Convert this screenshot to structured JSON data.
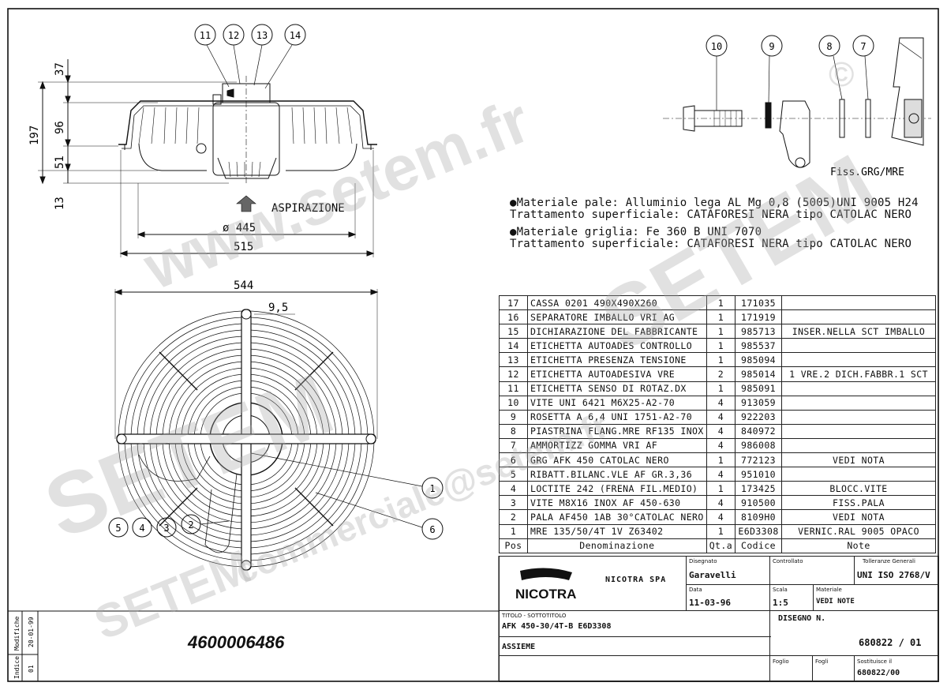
{
  "drawing": {
    "dimensions": {
      "d37": "37",
      "d197": "197",
      "d96": "96",
      "d51": "51",
      "d13": "13",
      "dia445": "ø 445",
      "d515": "515",
      "d544": "544",
      "d9_5": "9,5"
    },
    "aspirazione": "ASPIRAZIONE",
    "fixing_label": "Fiss.GRG/MRE",
    "top_callouts": [
      "11",
      "12",
      "13",
      "14"
    ],
    "detail_callouts": [
      "10",
      "9",
      "8",
      "7"
    ],
    "front_callouts": [
      "1",
      "6",
      "5",
      "4",
      "3",
      "2"
    ],
    "material_lines": [
      "●Materiale pale: Alluminio lega AL Mg 0,8 (5005)UNI 9005 H24",
      " Trattamento superficiale: CATAFORESI NERA tipo CATOLAC NERO",
      "●Materiale griglia: Fe 360 B  UNI 7070",
      " Trattamento superficiale: CATAFORESI NERA tipo CATOLAC NERO"
    ],
    "part_number": "4600006486",
    "watermarks": [
      "www.setem.fr",
      "SETEM",
      "SETEM",
      "SETEM",
      "commerciale@setem.fr",
      "©"
    ]
  },
  "bom": {
    "header": {
      "pos": "Pos",
      "name": "Denominazione",
      "qty": "Qt.a",
      "code": "Codice",
      "note": "Note"
    },
    "rows": [
      {
        "pos": "17",
        "name": "CASSA 0201 490X490X260",
        "qty": "1",
        "code": "171035",
        "note": ""
      },
      {
        "pos": "16",
        "name": "SEPARATORE IMBALLO VRI AG",
        "qty": "1",
        "code": "171919",
        "note": ""
      },
      {
        "pos": "15",
        "name": "DICHIARAZIONE DEL FABBRICANTE",
        "qty": "1",
        "code": "985713",
        "note": "INSER.NELLA SCT  IMBALLO"
      },
      {
        "pos": "14",
        "name": "ETICHETTA AUTOADES CONTROLLO",
        "qty": "1",
        "code": "985537",
        "note": ""
      },
      {
        "pos": "13",
        "name": "ETICHETTA PRESENZA TENSIONE",
        "qty": "1",
        "code": "985094",
        "note": ""
      },
      {
        "pos": "12",
        "name": "ETICHETTA AUTOADESIVA VRE",
        "qty": "2",
        "code": "985014",
        "note": "1 VRE.2 DICH.FABBR.1 SCT"
      },
      {
        "pos": "11",
        "name": "ETICHETTA SENSO DI ROTAZ.DX",
        "qty": "1",
        "code": "985091",
        "note": ""
      },
      {
        "pos": "10",
        "name": "VITE UNI 6421 M6X25-A2-70",
        "qty": "4",
        "code": "913059",
        "note": ""
      },
      {
        "pos": "9",
        "name": "ROSETTA A 6,4 UNI 1751-A2-70",
        "qty": "4",
        "code": "922203",
        "note": ""
      },
      {
        "pos": "8",
        "name": "PIASTRINA FLANG.MRE RF135 INOX",
        "qty": "4",
        "code": "840972",
        "note": ""
      },
      {
        "pos": "7",
        "name": "AMMORTIZZ GOMMA VRI AF",
        "qty": "4",
        "code": "986008",
        "note": ""
      },
      {
        "pos": "6",
        "name": "GRG AFK 450 CATOLAC NERO",
        "qty": "1",
        "code": "772123",
        "note": "VEDI  NOTA"
      },
      {
        "pos": "5",
        "name": "RIBATT.BILANC.VLE AF GR.3,36",
        "qty": "4",
        "code": "951010",
        "note": ""
      },
      {
        "pos": "4",
        "name": "LOCTITE 242 (FRENA FIL.MEDIO)",
        "qty": "1",
        "code": "173425",
        "note": "BLOCC.VITE"
      },
      {
        "pos": "3",
        "name": "VITE M8X16 INOX AF 450-630",
        "qty": "4",
        "code": "910500",
        "note": "FISS.PALA"
      },
      {
        "pos": "2",
        "name": "PALA AF450 1AB 30°CATOLAC NERO",
        "qty": "4",
        "code": "8109H0",
        "note": "VEDI NOTA"
      },
      {
        "pos": "1",
        "name": "MRE 135/50/4T 1V Z63402",
        "qty": "1",
        "code": "E6D3308",
        "note": "VERNIC.RAL 9005 OPACO"
      }
    ]
  },
  "title_block": {
    "company": "NICOTRA SPA",
    "logo_text": "NICOTRA",
    "disegnato_label": "Disegnato",
    "disegnato_value": "Garavelli",
    "controllato_label": "Controllato",
    "tolleranze_label": "Tolleranze Generali",
    "tolleranze_value": "UNI ISO 2768/V",
    "data_label": "Data",
    "data_value": "11-03-96",
    "scala_label": "Scala",
    "scala_value": "1:5",
    "materiale_label": "Materiale",
    "materiale_value": "VEDI NOTE",
    "titolo_label": "TITOLO - SOTTOTITOLO",
    "titolo_value": "AFK 450-30/4T-B E6D3308",
    "sottotitolo_value": "ASSIEME",
    "disegno_label": "DISEGNO N.",
    "disegno_value": "680822 / 01",
    "foglio_label": "Foglio",
    "fogli_label": "Fogli",
    "sostituisce_label": "Sostituisce il",
    "sostituisce_value": "680822/00"
  },
  "revision": {
    "modifiche_label": "Modifiche",
    "indice_label": "Indice",
    "date": "20-01-99",
    "index": "01"
  }
}
